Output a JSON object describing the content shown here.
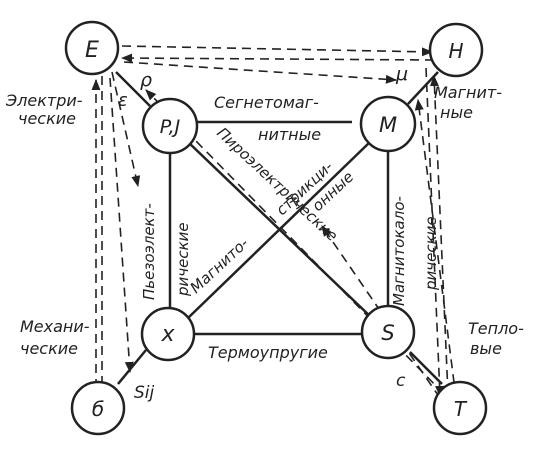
{
  "nodes": {
    "E": "E",
    "H": "H",
    "PJ": "P,J",
    "M": "M",
    "x": "x",
    "S": "S",
    "sigma": "б",
    "T": "T"
  },
  "symbols": {
    "rho": "ρ",
    "mu": "μ",
    "epsilon": "ε",
    "s_ij": "Sij",
    "c": "c"
  },
  "corner_labels": {
    "electric_1": "Электри-",
    "electric_2": "ческие",
    "magnetic_1": "Магнит-",
    "magnetic_2": "ные",
    "mechanical_1": "Механи-",
    "mechanical_2": "ческие",
    "thermal_1": "Тепло-",
    "thermal_2": "вые"
  },
  "edge_labels": {
    "segnetomag_1": "Сегнетомаг-",
    "segnetomag_2": "нитные",
    "piezo_1": "Пьезоэлект-",
    "piezo_2": "рические",
    "pyro": "Пироэлектрические",
    "magnetostrict_1": "Магнито-",
    "magnetostrict_2": "стрикци-",
    "magnetostrict_3": "онные",
    "magnetocal_1": "Магнитокало-",
    "magnetocal_2": "рические",
    "thermoelastic": "Термоупругие"
  }
}
